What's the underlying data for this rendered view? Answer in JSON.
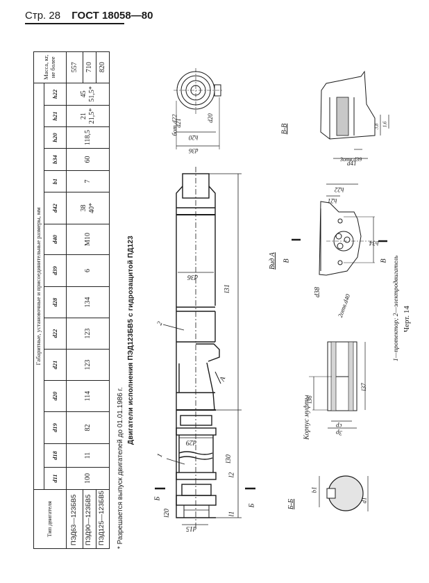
{
  "header": {
    "page": "Стр. 28",
    "standard": "ГОСТ 18058—80"
  },
  "table": {
    "group_header": "Габаритные, установочные и присоединительные размеры, мм",
    "type_header": "Тип двигателя",
    "mass_header": "Масса, кг, не более",
    "columns": [
      "d11",
      "d18",
      "d19",
      "d20",
      "d21",
      "d22",
      "d28",
      "d39",
      "d40",
      "d42",
      "b1",
      "b34",
      "h20",
      "h21",
      "h22"
    ],
    "rows": [
      {
        "type": "ПЭД63—123БВ5",
        "mass": "557"
      },
      {
        "type": "ПЭД90—123БВ5",
        "mass": "710"
      },
      {
        "type": "ПЭД125—123БВ5",
        "mass": "820"
      }
    ],
    "shared_values": {
      "d11": "100",
      "d18": "11",
      "d19": "82",
      "d20": "114",
      "d21": "123",
      "d22": "123",
      "d28": "134",
      "d39": "6",
      "d40": "M10",
      "d42": [
        "38",
        "40*"
      ],
      "b1": "7",
      "b34": "60",
      "h20": "118,5",
      "h21": [
        "21",
        "21,5*"
      ],
      "h22": [
        "45",
        "51,5*"
      ]
    }
  },
  "footnote": "* Разрешается выпуск двигателей до 01.01.1986 г.",
  "drawing": {
    "title": "Двигатели исполнения ПЭД123БВ5 с гидрозащитой ПД123",
    "labels": {
      "l31": "l31",
      "l30": "l30",
      "l1": "l1",
      "l2": "l2",
      "l20": "l20",
      "d15": "d15",
      "d20": "d20",
      "d29": "d29",
      "d36": "d36",
      "h20": "h20",
      "d21": "d21",
      "d22": "бот.d22",
      "part1": "1",
      "part2": "2",
      "view_a": "A",
      "section_bb": "Б-Б",
      "section_vv": "В-В",
      "view_a_title": "Вид А",
      "b_letter": "Б",
      "v_letter": "В",
      "d38": "d38",
      "d41": "d41",
      "b34": "b34",
      "h21": "h21",
      "h22": "h22",
      "bolts_d40": "2отв.d40",
      "bolts_d39": "3отв.d39",
      "coupling_body": "Корпус муфты",
      "l36": "l36",
      "l37": "l37",
      "d_cp": "cp",
      "d_3p": "3p",
      "b1": "b1",
      "d1": "d1",
      "v_dim1": "3,8",
      "v_dim2": "1,6"
    }
  },
  "captions": {
    "legend": "1—протектор; 2—электродвигатель",
    "figure": "Черт. 14"
  }
}
